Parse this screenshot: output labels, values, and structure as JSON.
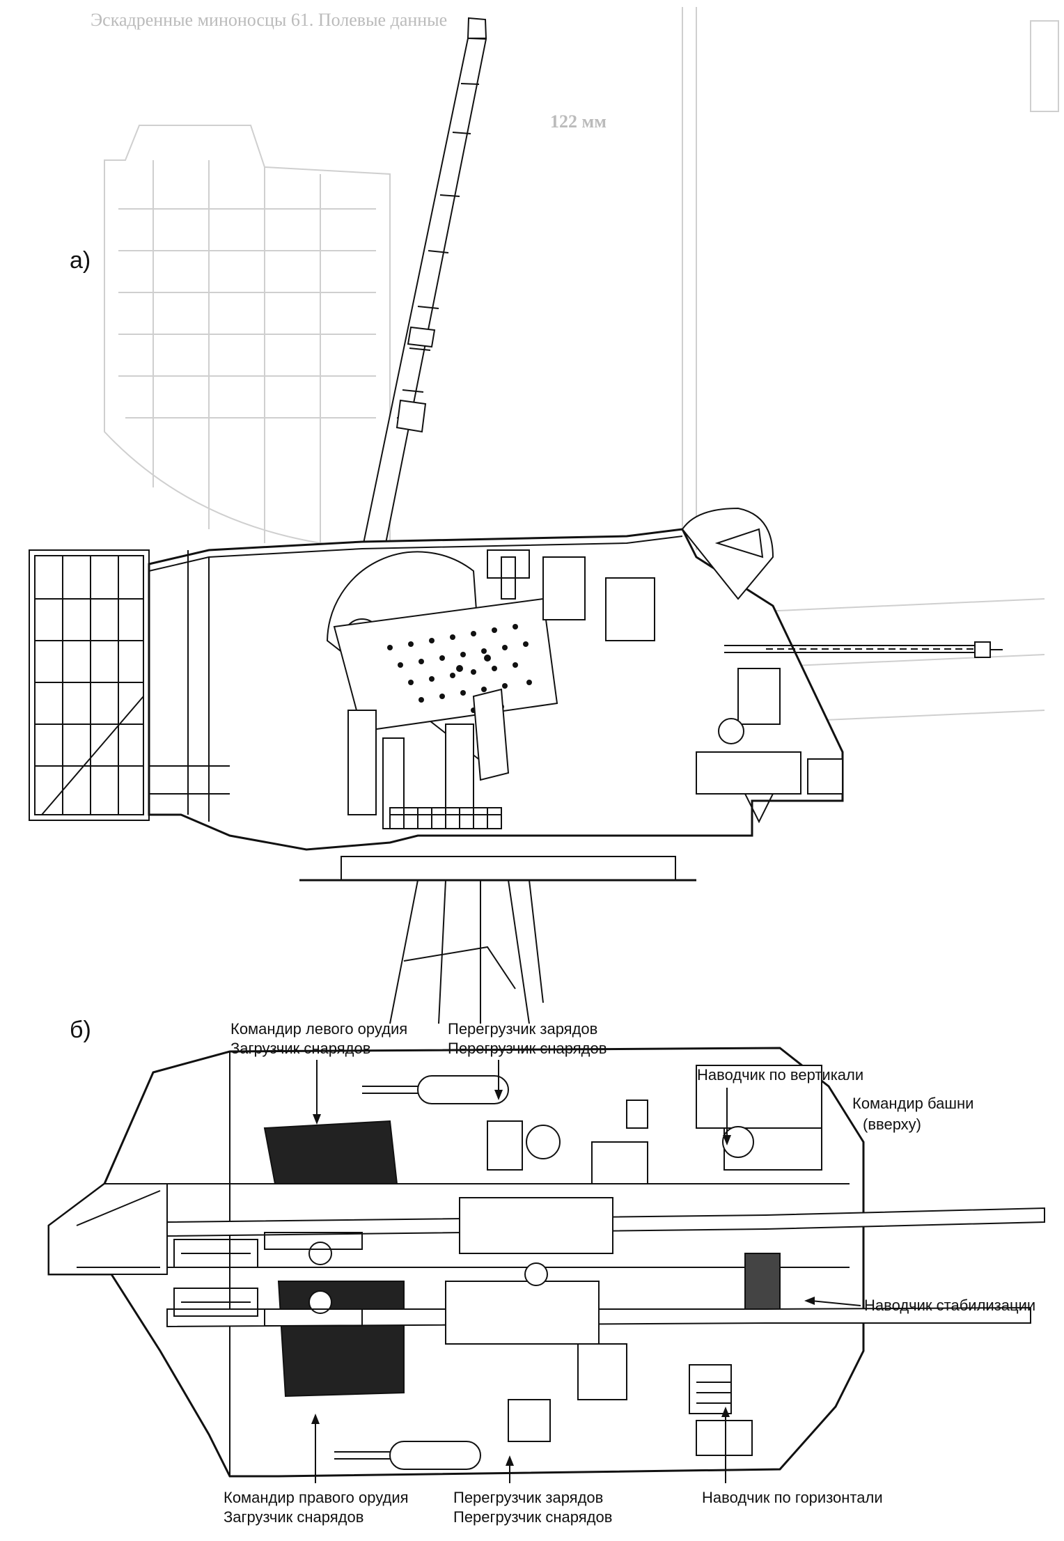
{
  "page": {
    "caption_faded": "Эскадренные миноносцы 61. Полевые данные",
    "section_faded": "122 мм"
  },
  "panels": {
    "a": "а)",
    "b": "б)"
  },
  "labels": {
    "left_gun_commander": "Командир левого орудия",
    "left_shell_loader": "Загрузчик снарядов",
    "charge_transfer_top": "Перегрузчик зарядов",
    "shell_transfer_top": "Перегрузчик снарядов",
    "vertical_gunner": "Наводчик по вертикали",
    "turret_commander": "Командир башни",
    "turret_commander_note": "(вверху)",
    "stabilization_gunner": "Наводчик стабилизации",
    "right_gun_commander": "Командир правого орудия",
    "right_shell_loader": "Загрузчик снарядов",
    "charge_transfer_bottom": "Перегрузчик зарядов",
    "shell_transfer_bottom": "Перегрузчик снарядов",
    "horizontal_gunner": "Наводчик по горизонтали"
  },
  "colors": {
    "ink": "#111111",
    "faded": "#bbbbbb",
    "paper": "#ffffff",
    "hatch": "#222222"
  }
}
